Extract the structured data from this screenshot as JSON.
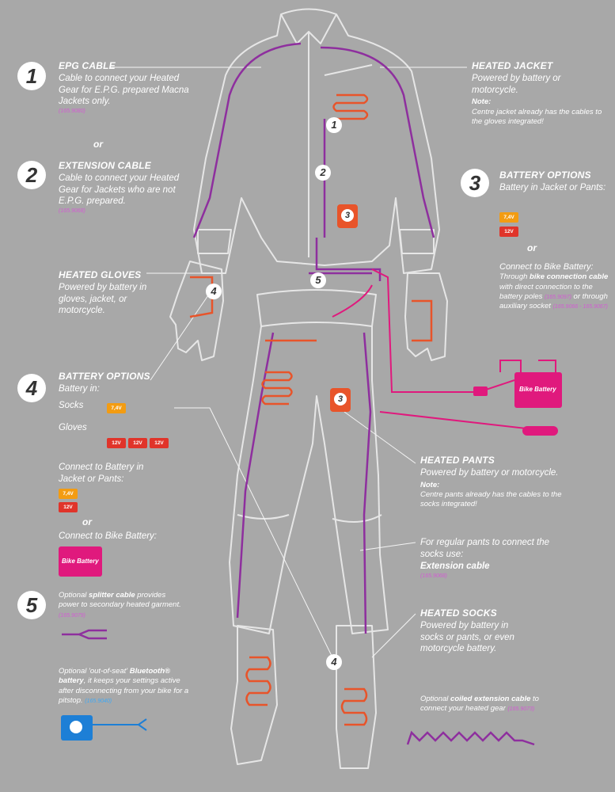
{
  "colors": {
    "background": "#a8a8a8",
    "purple": "#8e2f9e",
    "orange": "#e8542a",
    "magenta": "#e0197d",
    "battery_74v": "#f39c12",
    "battery_12v": "#e0342a",
    "blue": "#3fa9f5"
  },
  "s1": {
    "num": "1",
    "title": "EPG CABLE",
    "text": "Cable to connect your Heated Gear for E.P.G. prepared Macna Jackets only.",
    "code": "(165.9080)"
  },
  "or1": "or",
  "s2": {
    "num": "2",
    "title": "EXTENSION CABLE",
    "text": "Cable to connect your Heated Gear for Jackets who are not E.P.G. prepared.",
    "code": "(165.9068)"
  },
  "jacket": {
    "title": "HEATED JACKET",
    "text": "Powered by battery or motorcycle.",
    "note_label": "Note:",
    "note": "Centre jacket already has the cables to the gloves integrated!"
  },
  "s3": {
    "num": "3",
    "title": "BATTERY OPTIONS",
    "text": "Battery in Jacket or Pants:",
    "b74": "7,4V",
    "b12": "12V",
    "or": "or",
    "bike_pre": "Connect to Bike Battery:",
    "bike_mid1": "Through ",
    "bike_bold": "bike connection cable",
    "bike_mid2": " with direct connection to the battery poles ",
    "code1": "(165.9097)",
    "bike_end": " or through auxiliary socket",
    "code2": "(165.9066 - 165.9067)"
  },
  "gloves": {
    "title": "HEATED GLOVES",
    "text": "Powered by battery in gloves, jacket, or motorcycle."
  },
  "s4": {
    "num": "4",
    "title": "BATTERY OPTIONS",
    "text": "Battery in:",
    "socks": "Socks",
    "gloves": "Gloves",
    "b74": "7,4V",
    "b12": "12V",
    "connect": "Connect to Battery in Jacket or Pants:",
    "or": "or",
    "bike": "Connect to Bike Battery:"
  },
  "bike_label": "Bike Battery",
  "s5": {
    "num": "5",
    "pre": "Optional ",
    "bold": "splitter cable",
    "text": " provides power to secondary heated garment. ",
    "code": "(165.9079)"
  },
  "bt": {
    "pre": "Optional 'out-of-seat' ",
    "bold": "Bluetooth® battery",
    "text": ", it keeps your settings active after disconnecting from your bike for a pitstop. ",
    "code": "(165.9040)"
  },
  "pants": {
    "title": "HEATED PANTS",
    "text": "Powered by battery or motorcycle.",
    "note_label": "Note:",
    "note": "Centre pants already has the cables to the socks integrated!"
  },
  "regular": {
    "text": "For regular pants to connect the socks use:",
    "bold": "Extension cable",
    "code": "(165.9068)"
  },
  "socks": {
    "title": "HEATED SOCKS",
    "text": "Powered by battery in socks or pants, or even motorcycle battery."
  },
  "coiled": {
    "pre": "Optional ",
    "bold": "coiled extension cable",
    "text": " to connect your heated gear ",
    "code": "(165.9073)"
  },
  "markers": {
    "m1": "1",
    "m2": "2",
    "m3": "3",
    "m4": "4",
    "m5": "5"
  }
}
